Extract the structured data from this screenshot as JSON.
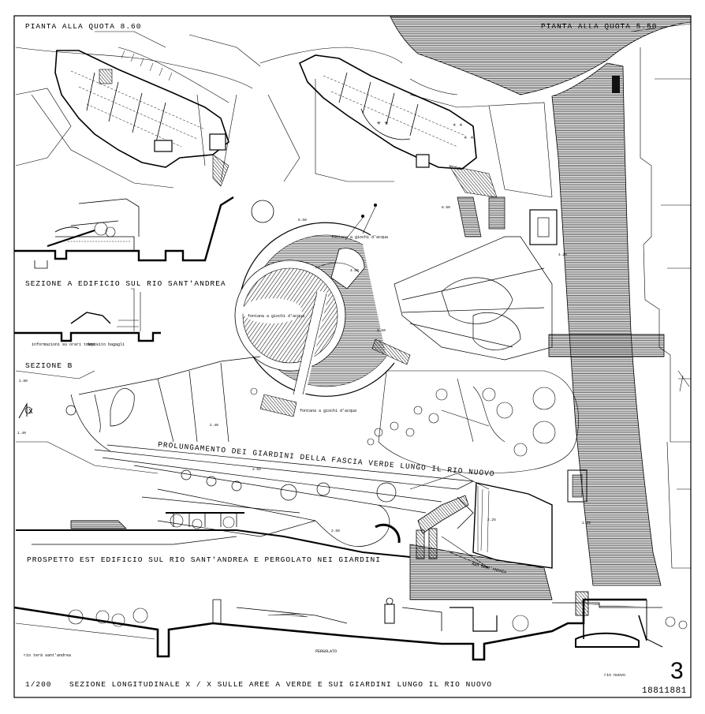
{
  "labels": {
    "plan_upper": "PIANTA ALLA QUOTA 8.60",
    "plan_lower": "PIANTA ALLA QUOTA 5.50",
    "section_a": "SEZIONE A   EDIFICIO SUL RIO SANT'ANDREA",
    "section_b": "SEZIONE B",
    "elevation_east": "PROSPETTO EST    EDIFICIO SUL RIO SANT'ANDREA E PERGOLATO NEI GIARDINI",
    "scale": "1/200",
    "section_long": "SEZIONE LONGITUDINALE    X / X    SULLE AREE A VERDE E SUI GIARDINI LUNGO IL RIO NUOVO",
    "garden_strip": "PROLUNGAMENTO DEI GIARDINI DELLA FASCIA VERDE LUNGO IL RIO NUOVO",
    "rio_sant_andrea": "RIO SANT'ANDREA",
    "section_marker": "X",
    "sheet_number": "3",
    "project_code": "18811881"
  },
  "small_labels": {
    "fountain_top": "fontana a giochi d'acqua",
    "fountain_center": "fontana a giochi d'acqua",
    "fountain_bottom": "fontana a giochi d'acqua",
    "info": "informazioni su orari treni",
    "luggage": "deposito bagagli",
    "rio_left": "rio terà sant'andrea",
    "pergolato": "PERGOLATO",
    "rio_right": "rio nuovo"
  },
  "elevations": [
    "5.50",
    "6.50",
    "4.50",
    "3.50",
    "2.40",
    "2.60",
    "1.80",
    "1.40",
    "2.50",
    "4.20",
    "2.25",
    "1.22"
  ]
}
